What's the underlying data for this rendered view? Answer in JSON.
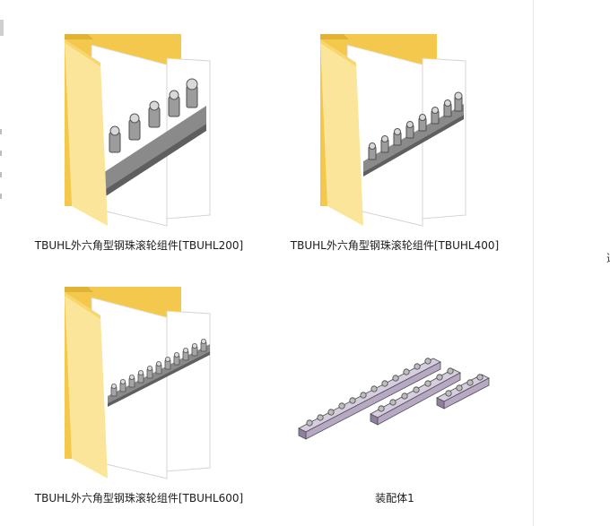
{
  "items": [
    {
      "name": "TBUHL外六角型钢珠滚轮组件[TBUHL200]",
      "icon": "folder-icon"
    },
    {
      "name": "TBUHL外六角型钢珠滚轮组件[TBUHL400]",
      "icon": "folder-icon"
    },
    {
      "name": "TBUHL外六角型钢珠滚轮组件[TBUHL600]",
      "icon": "folder-icon"
    },
    {
      "name": "装配体1",
      "icon": "assembly-file-icon"
    }
  ],
  "right_pane": {
    "clipped_text": "选"
  },
  "colors": {
    "folder_back": "#f3c84c",
    "folder_front": "#fbe59a",
    "part_gray": "#8a8a8a",
    "rail_purple": "#b7a9c4"
  }
}
